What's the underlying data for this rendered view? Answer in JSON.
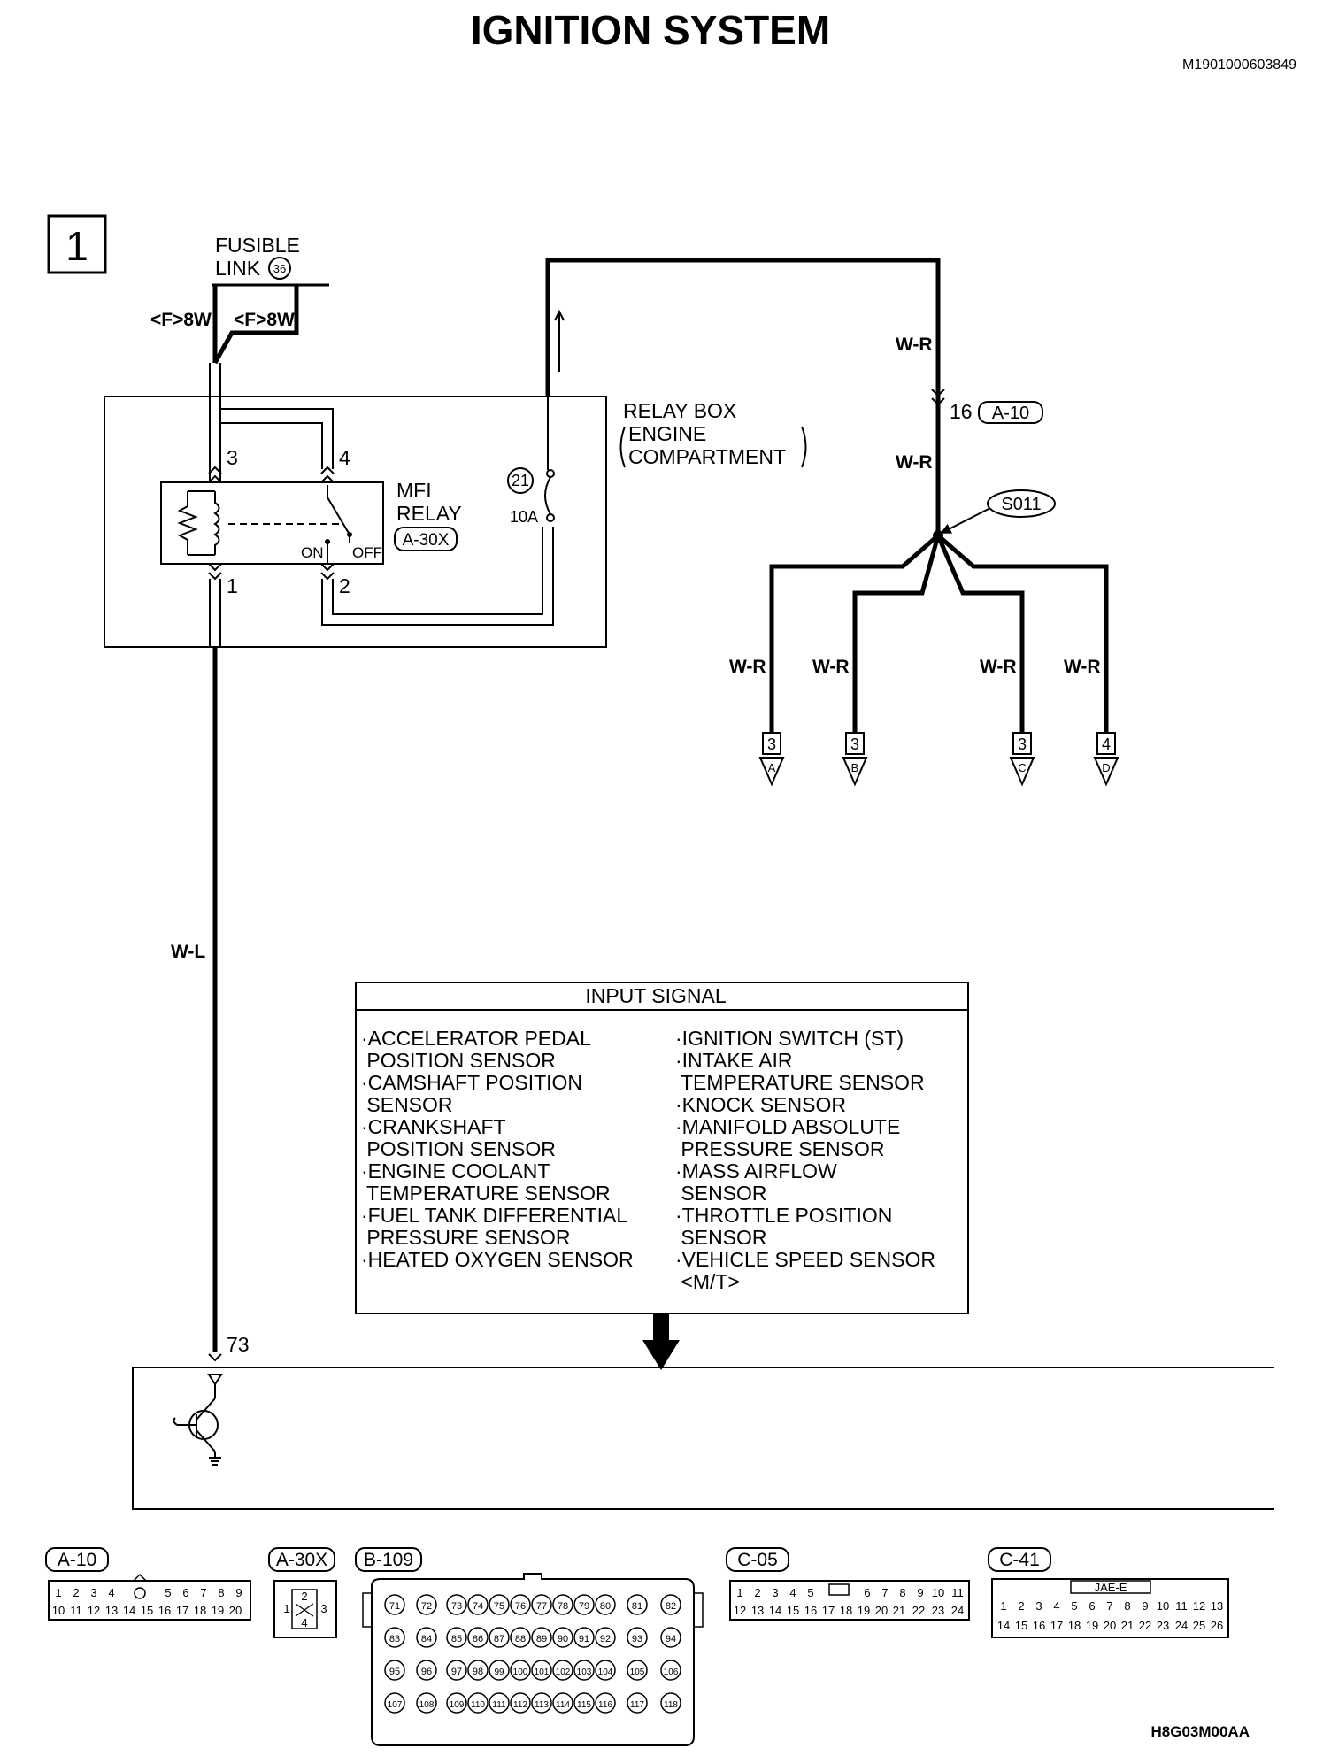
{
  "page": {
    "title": "IGNITION SYSTEM",
    "doc_id": "M1901000603849",
    "figure_code": "H8G03M00AA"
  },
  "section_number": "1",
  "fusible_link": {
    "line1": "FUSIBLE",
    "line2": "LINK",
    "number": "36",
    "wire_left": "<F>8W",
    "wire_right": "<F>8W"
  },
  "relay_box": {
    "line1": "RELAY BOX",
    "line2": "ENGINE",
    "line3": "COMPARTMENT"
  },
  "mfi_relay": {
    "line1": "MFI",
    "line2": "RELAY",
    "connector": "A-30X",
    "pin3": "3",
    "pin4": "4",
    "pin1": "1",
    "pin2": "2",
    "on_label": "ON",
    "off_label": "OFF"
  },
  "fuse": {
    "number": "21",
    "rating": "10A"
  },
  "wires": {
    "wr1": "W-R",
    "wr2": "W-R",
    "wl": "W-L",
    "wa": "W-R",
    "wb": "W-R",
    "wc": "W-R",
    "wd": "W-R"
  },
  "connector_a10": {
    "pin": "16",
    "name": "A-10"
  },
  "splice": "S011",
  "branches": [
    {
      "num": "3",
      "letter": "A"
    },
    {
      "num": "3",
      "letter": "B"
    },
    {
      "num": "3",
      "letter": "C"
    },
    {
      "num": "4",
      "letter": "D"
    }
  ],
  "ecu_pin": "73",
  "input_signal": {
    "title": "INPUT SIGNAL",
    "left": [
      "·ACCELERATOR PEDAL",
      " POSITION SENSOR",
      "·CAMSHAFT POSITION",
      " SENSOR",
      "·CRANKSHAFT",
      " POSITION SENSOR",
      "·ENGINE COOLANT",
      " TEMPERATURE SENSOR",
      "·FUEL TANK DIFFERENTIAL",
      " PRESSURE SENSOR",
      "·HEATED OXYGEN SENSOR"
    ],
    "right": [
      "·IGNITION SWITCH (ST)",
      "·INTAKE AIR",
      " TEMPERATURE SENSOR",
      "·KNOCK SENSOR",
      "·MANIFOLD ABSOLUTE",
      " PRESSURE SENSOR",
      "·MASS AIRFLOW",
      " SENSOR",
      "·THROTTLE POSITION",
      " SENSOR",
      "·VEHICLE SPEED SENSOR",
      " <M/T>"
    ]
  },
  "connectors": {
    "a10": {
      "label": "A-10",
      "row1": [
        "1",
        "2",
        "3",
        "4",
        "",
        "5",
        "6",
        "7",
        "8",
        "9"
      ],
      "row2": [
        "10",
        "11",
        "12",
        "13",
        "14",
        "15",
        "16",
        "17",
        "18",
        "19",
        "20"
      ]
    },
    "a30x": {
      "label": "A-30X",
      "pins": [
        "1",
        "2",
        "3",
        "4"
      ]
    },
    "b109": {
      "label": "B-109",
      "row1": [
        "71",
        "72",
        "73",
        "74",
        "75",
        "76",
        "77",
        "78",
        "79",
        "80",
        "81",
        "82"
      ],
      "row2": [
        "83",
        "84",
        "85",
        "86",
        "87",
        "88",
        "89",
        "90",
        "91",
        "92",
        "93",
        "94"
      ],
      "row3": [
        "95",
        "96",
        "97",
        "98",
        "99",
        "100",
        "101",
        "102",
        "103",
        "104",
        "105",
        "106"
      ],
      "row4": [
        "107",
        "108",
        "109",
        "110",
        "111",
        "112",
        "113",
        "114",
        "115",
        "116",
        "117",
        "118"
      ]
    },
    "c05": {
      "label": "C-05",
      "row1": [
        "1",
        "2",
        "3",
        "4",
        "5",
        "",
        "6",
        "7",
        "8",
        "9",
        "10",
        "11"
      ],
      "row2": [
        "12",
        "13",
        "14",
        "15",
        "16",
        "17",
        "18",
        "19",
        "20",
        "21",
        "22",
        "23",
        "24"
      ]
    },
    "c41": {
      "label": "C-41",
      "header": "JAE-E",
      "row1": [
        "1",
        "2",
        "3",
        "4",
        "5",
        "6",
        "7",
        "8",
        "9",
        "10",
        "11",
        "12",
        "13"
      ],
      "row2": [
        "14",
        "15",
        "16",
        "17",
        "18",
        "19",
        "20",
        "21",
        "22",
        "23",
        "24",
        "25",
        "26"
      ]
    }
  }
}
